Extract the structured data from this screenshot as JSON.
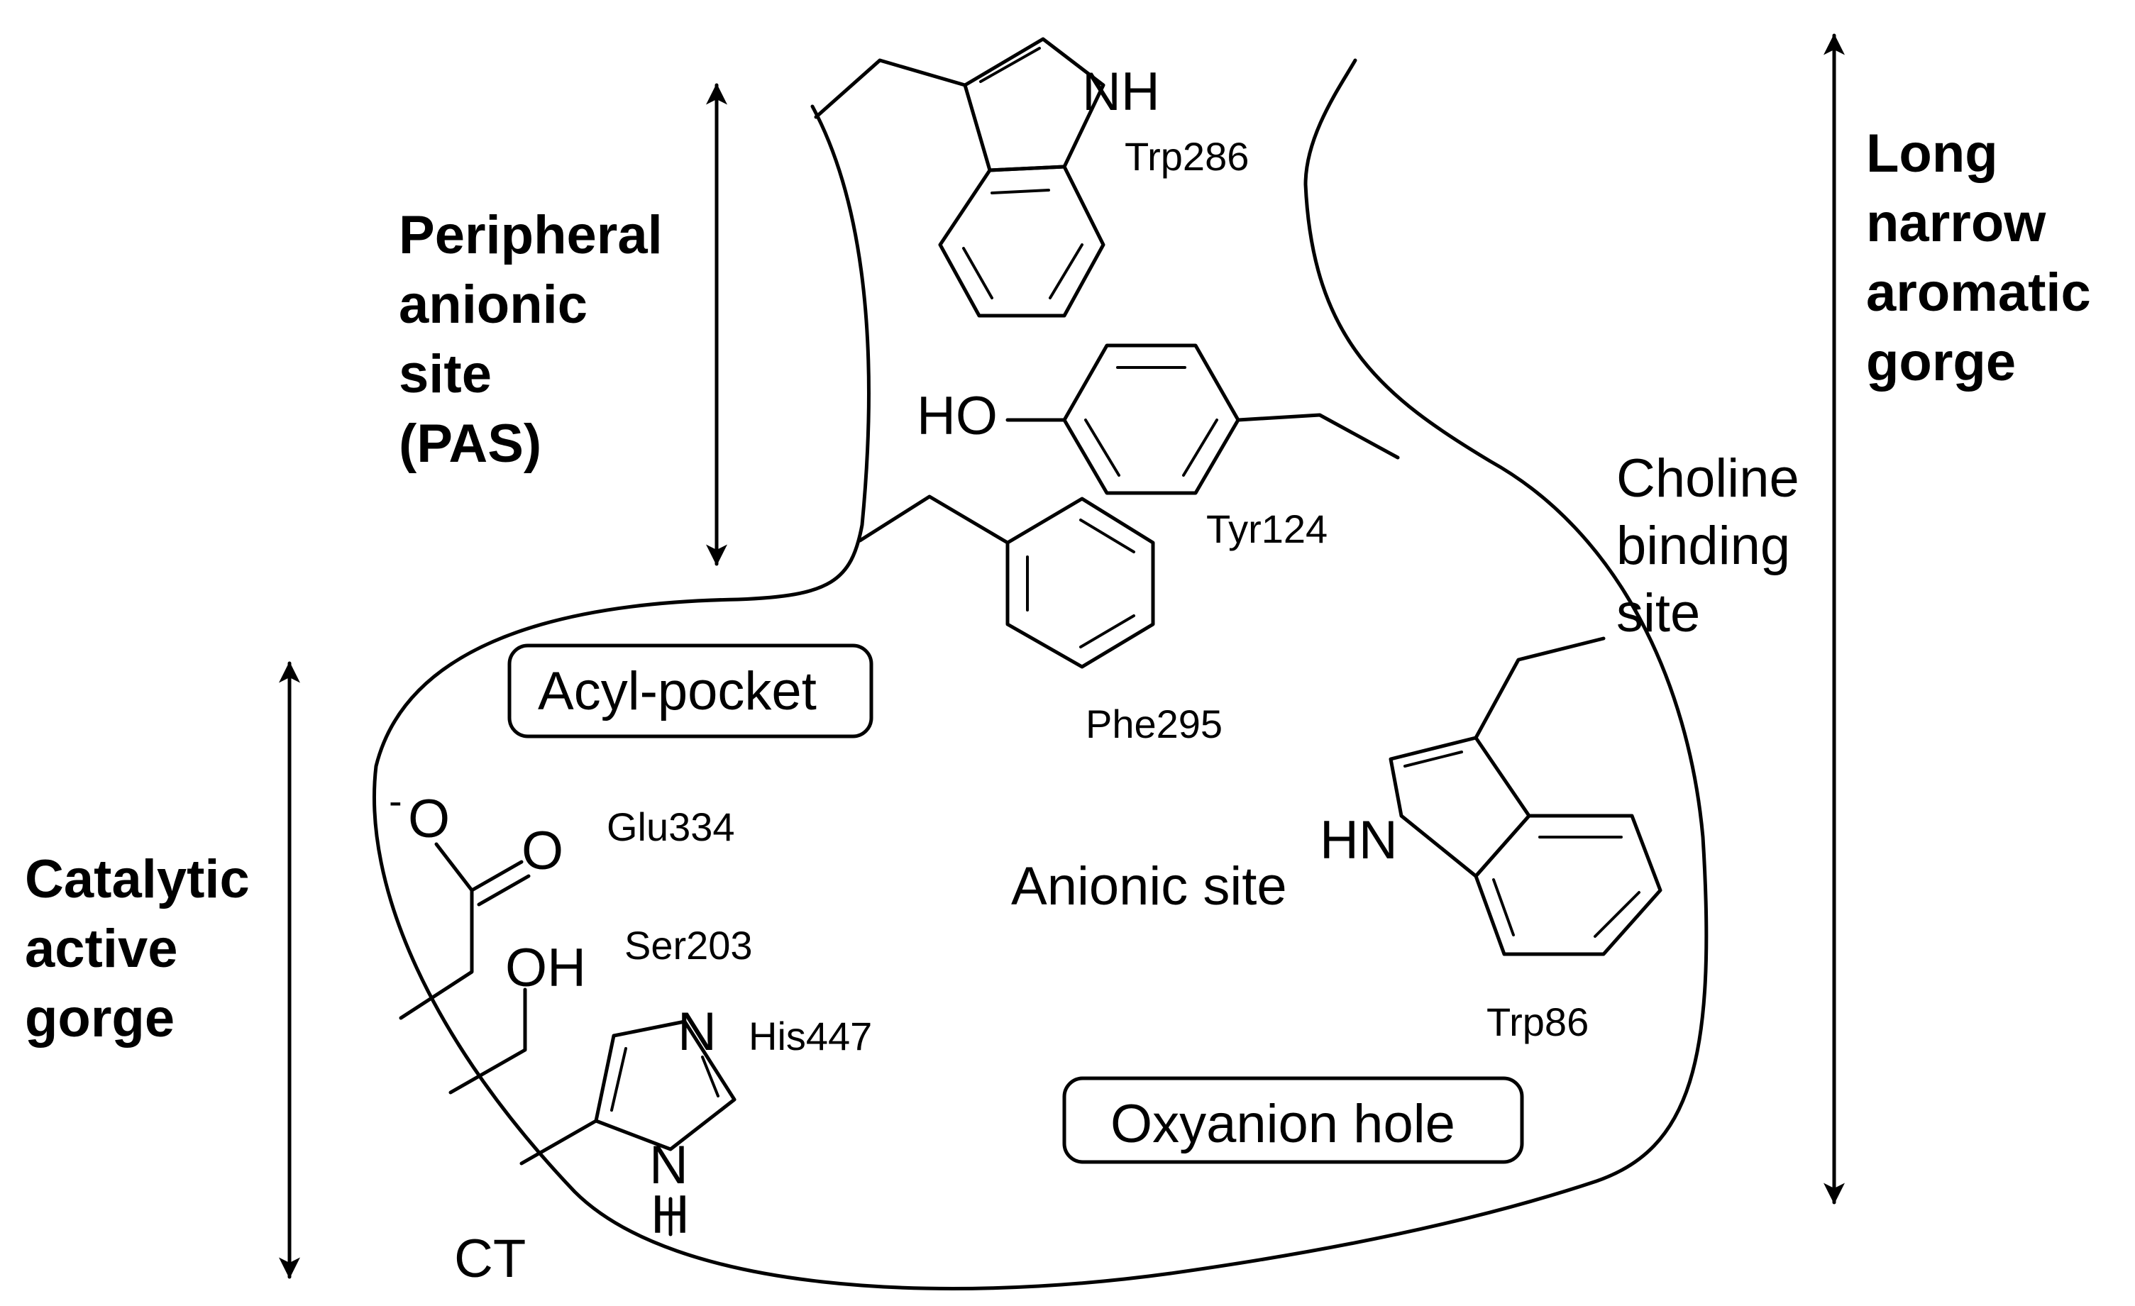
{
  "labels": {
    "pas": [
      "Peripheral",
      "anionic",
      "site",
      "(PAS)"
    ],
    "long_gorge": [
      "Long",
      "narrow",
      "aromatic",
      "gorge"
    ],
    "catalytic": [
      "Catalytic",
      "active",
      "gorge"
    ],
    "choline": [
      "Choline",
      "binding",
      "site"
    ],
    "acyl_pocket": "Acyl-pocket",
    "oxyanion_hole": "Oxyanion hole",
    "anionic_site": "Anionic site",
    "ct": "CT"
  },
  "residues": {
    "trp286": "Trp286",
    "tyr124": "Tyr124",
    "phe295": "Phe295",
    "trp86": "Trp86",
    "glu334": "Glu334",
    "ser203": "Ser203",
    "his447": "His447"
  },
  "atoms": {
    "nh_top": "NH",
    "ho": "HO",
    "hn_trp86": "HN",
    "o_minus_charge": "-",
    "o_minus": "O",
    "o_double": "O",
    "oh": "OH",
    "n_his_top": "N",
    "n_his_bottom": "N",
    "h_his": "H"
  }
}
